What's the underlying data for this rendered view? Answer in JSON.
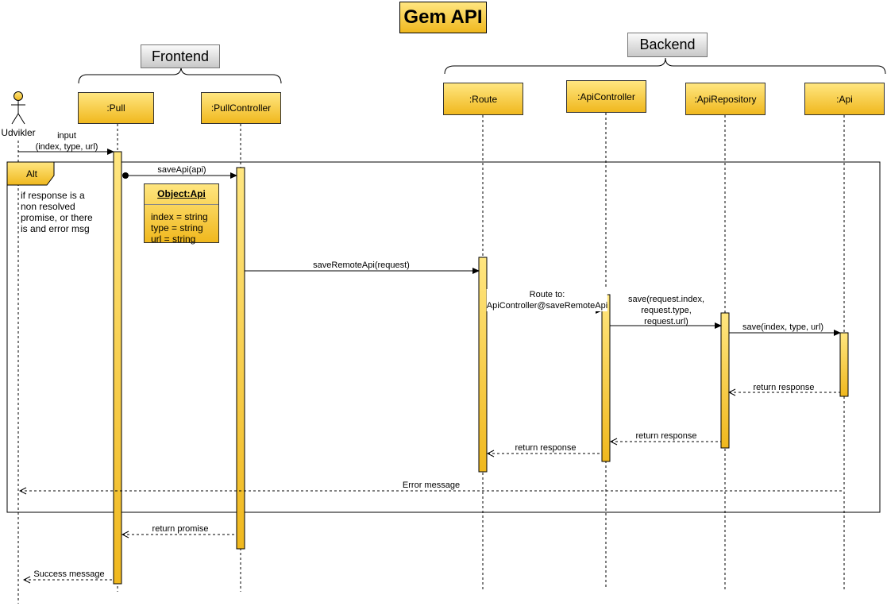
{
  "title": "Gem API",
  "groups": {
    "frontend": "Frontend",
    "backend": "Backend"
  },
  "actor": {
    "label": "Udvikler"
  },
  "participants": {
    "pull": ":Pull",
    "pull_controller": ":PullController",
    "route": ":Route",
    "api_controller": ":ApiController",
    "api_repository": ":ApiRepository",
    "api": ":Api"
  },
  "alt_frame": {
    "tag": "Alt",
    "condition": "if response is a\nnon resolved\npromise, or there\nis and error msg"
  },
  "object_note": {
    "title": "Object:Api",
    "fields": [
      "index = string",
      "type = string",
      "url = string"
    ]
  },
  "messages": {
    "input": "input\n(index, type, url)",
    "save_api": "saveApi(api)",
    "save_remote_api": "saveRemoteApi(request)",
    "route_to": "Route to:\nApiController@saveRemoteApi",
    "save_request": "save(request.index,\nrequest.type,\nrequest.url)",
    "save_index": "save(index, type, url)",
    "return_response_1": "return response",
    "return_response_2": "return response",
    "return_response_3": "return response",
    "error_message": "Error message",
    "return_promise": "return promise",
    "success_message": "Success message"
  },
  "colors": {
    "participant_fill_top": "#ffe680",
    "participant_fill_bottom": "#f0b81e",
    "group_fill": "#d9d9d9",
    "line": "#000000"
  }
}
